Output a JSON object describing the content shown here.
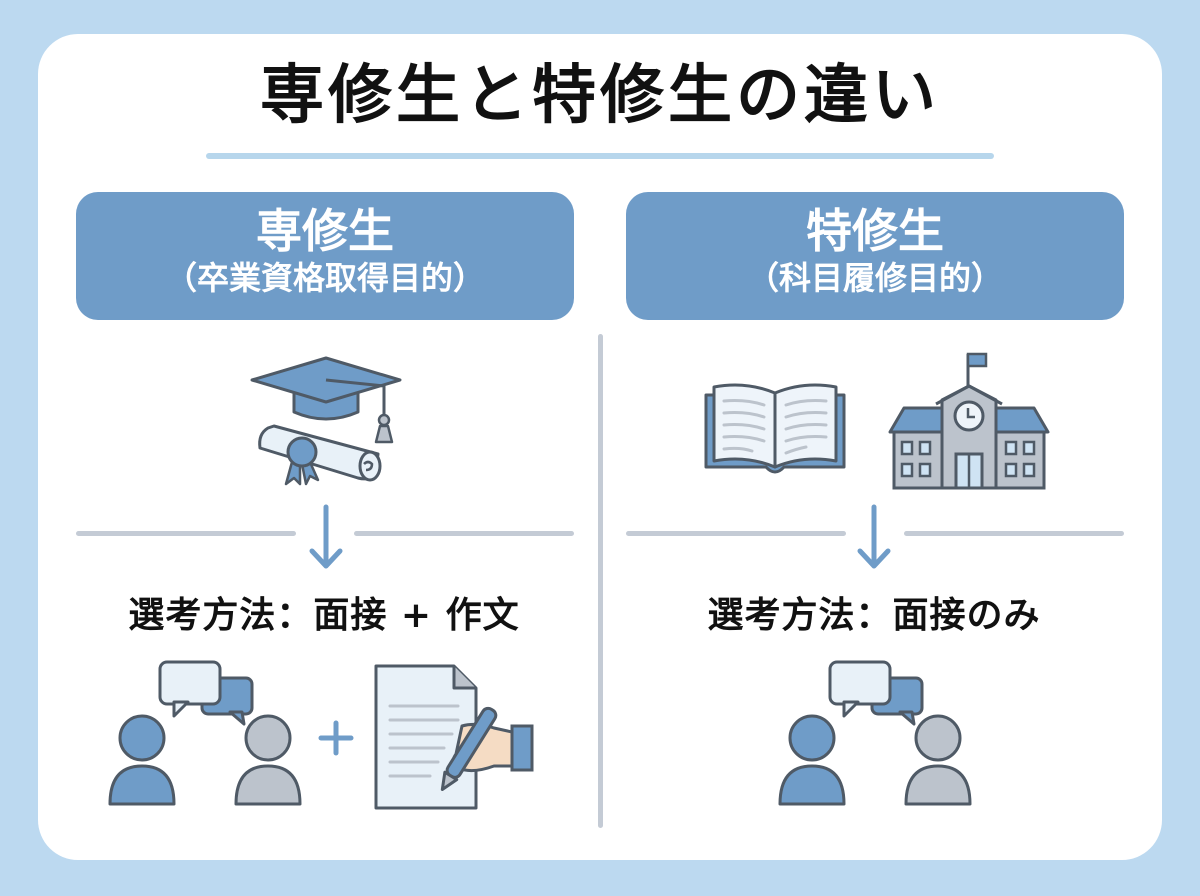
{
  "title": "専修生と特修生の違い",
  "colors": {
    "background": "#bcd9f0",
    "card": "#ffffff",
    "header_fill": "#6f9cc8",
    "accent_blue": "#6f9cc8",
    "divider_gray": "#c4cbd5",
    "title_underline": "#b7d6ec",
    "icon_outline": "#4f5a66",
    "icon_gray": "#bcc3cc"
  },
  "columns": [
    {
      "name": "専修生",
      "subtitle": "（卒業資格取得目的）",
      "icons": [
        "graduation-cap-icon",
        "diploma-scroll-icon"
      ],
      "arrow": "down-arrow-icon",
      "selection_method": "選考方法：面接 + 作文",
      "method_icons": [
        "interview-people-icon",
        "plus-icon",
        "essay-writing-icon"
      ],
      "plus_sign": "+"
    },
    {
      "name": "特修生",
      "subtitle": "（科目履修目的）",
      "icons": [
        "open-book-icon",
        "school-building-icon"
      ],
      "arrow": "down-arrow-icon",
      "selection_method": "選考方法：面接のみ",
      "method_icons": [
        "interview-people-icon"
      ]
    }
  ]
}
